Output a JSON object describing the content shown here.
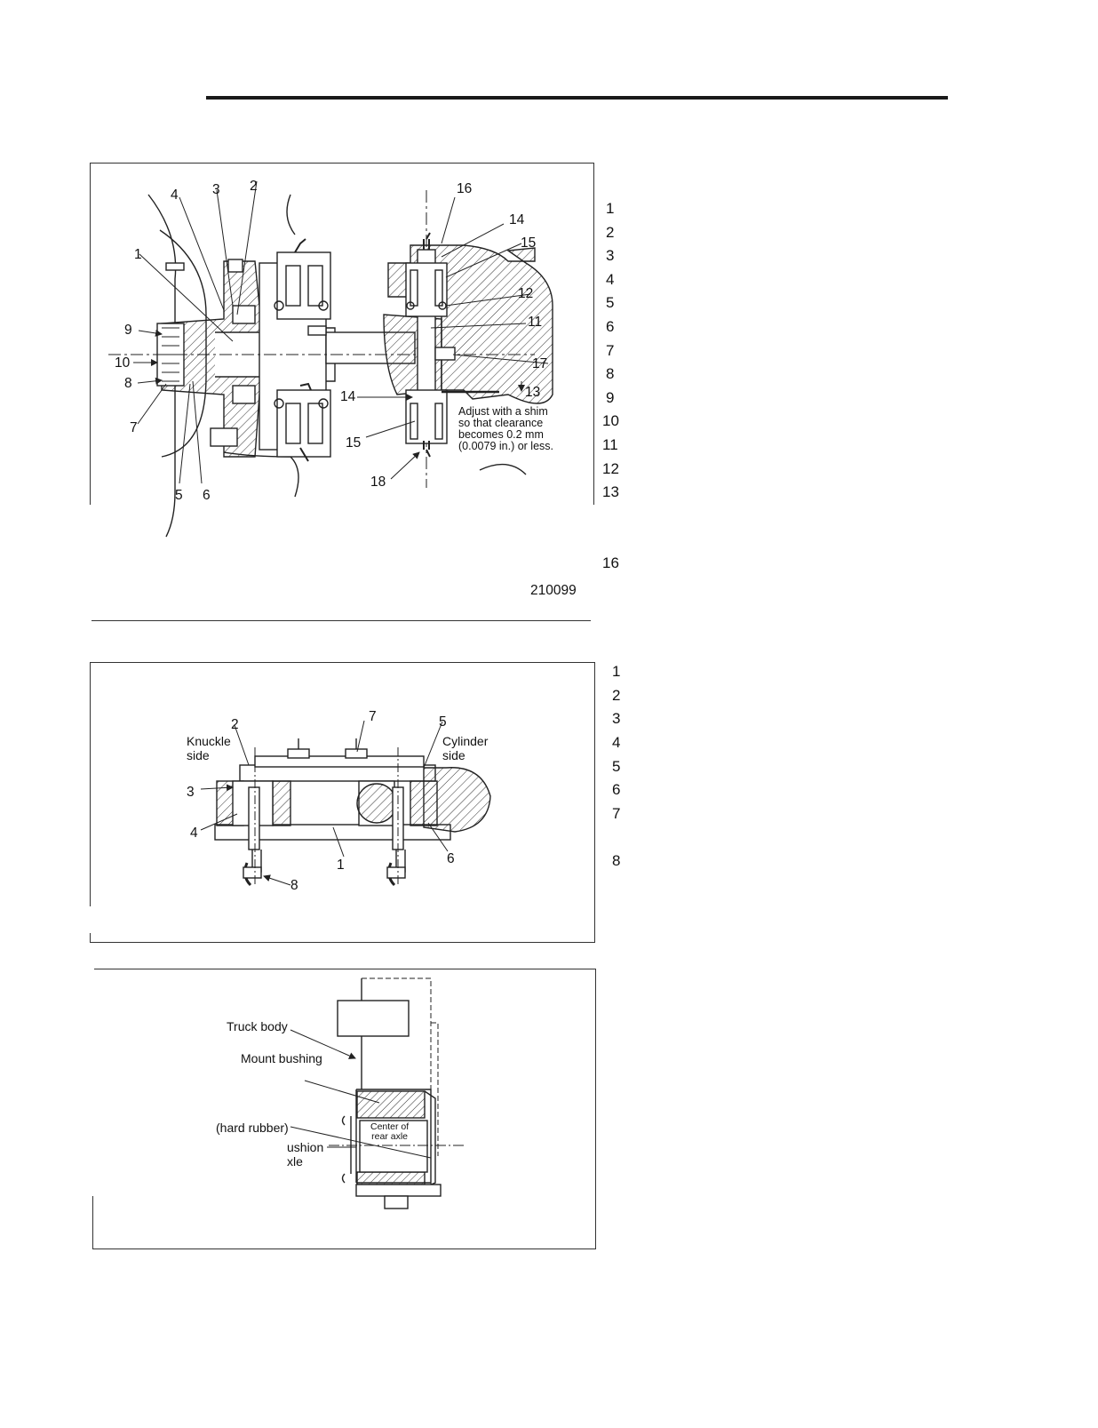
{
  "figure1": {
    "labels": {
      "n1": "1",
      "n2": "2",
      "n3": "3",
      "n4": "4",
      "n5": "5",
      "n6": "6",
      "n7": "7",
      "n8": "8",
      "n9": "9",
      "n10": "10",
      "n11": "11",
      "n12": "12",
      "n13": "13",
      "n14a": "14",
      "n14b": "14",
      "n15a": "15",
      "n15b": "15",
      "n16": "16",
      "n17": "17",
      "n18": "18"
    },
    "note": "Adjust with a shim\nso that clearance\nbecomes 0.2 mm\n(0.0079 in.) or less.",
    "code": "210099"
  },
  "index1": [
    "1",
    "2",
    "3",
    "4",
    "5",
    "6",
    "7",
    "8",
    "9",
    "10",
    "11",
    "12",
    "13",
    "16"
  ],
  "figure2": {
    "labels": {
      "n1": "1",
      "n2": "2",
      "n3": "3",
      "n4": "4",
      "n5": "5",
      "n6": "6",
      "n7": "7",
      "n8": "8"
    },
    "knuckle_side": "Knuckle\nside",
    "cylinder_side": "Cylinder\nside"
  },
  "index2": [
    "1",
    "2",
    "3",
    "4",
    "5",
    "6",
    "7",
    "8"
  ],
  "figure3": {
    "truck_body": "Truck body",
    "mount_bushing": "Mount bushing",
    "hard_rubber": "(hard rubber)",
    "cushion": "ushion",
    "axle": "xle",
    "center_rear_axle": "Center of\nrear axle"
  }
}
